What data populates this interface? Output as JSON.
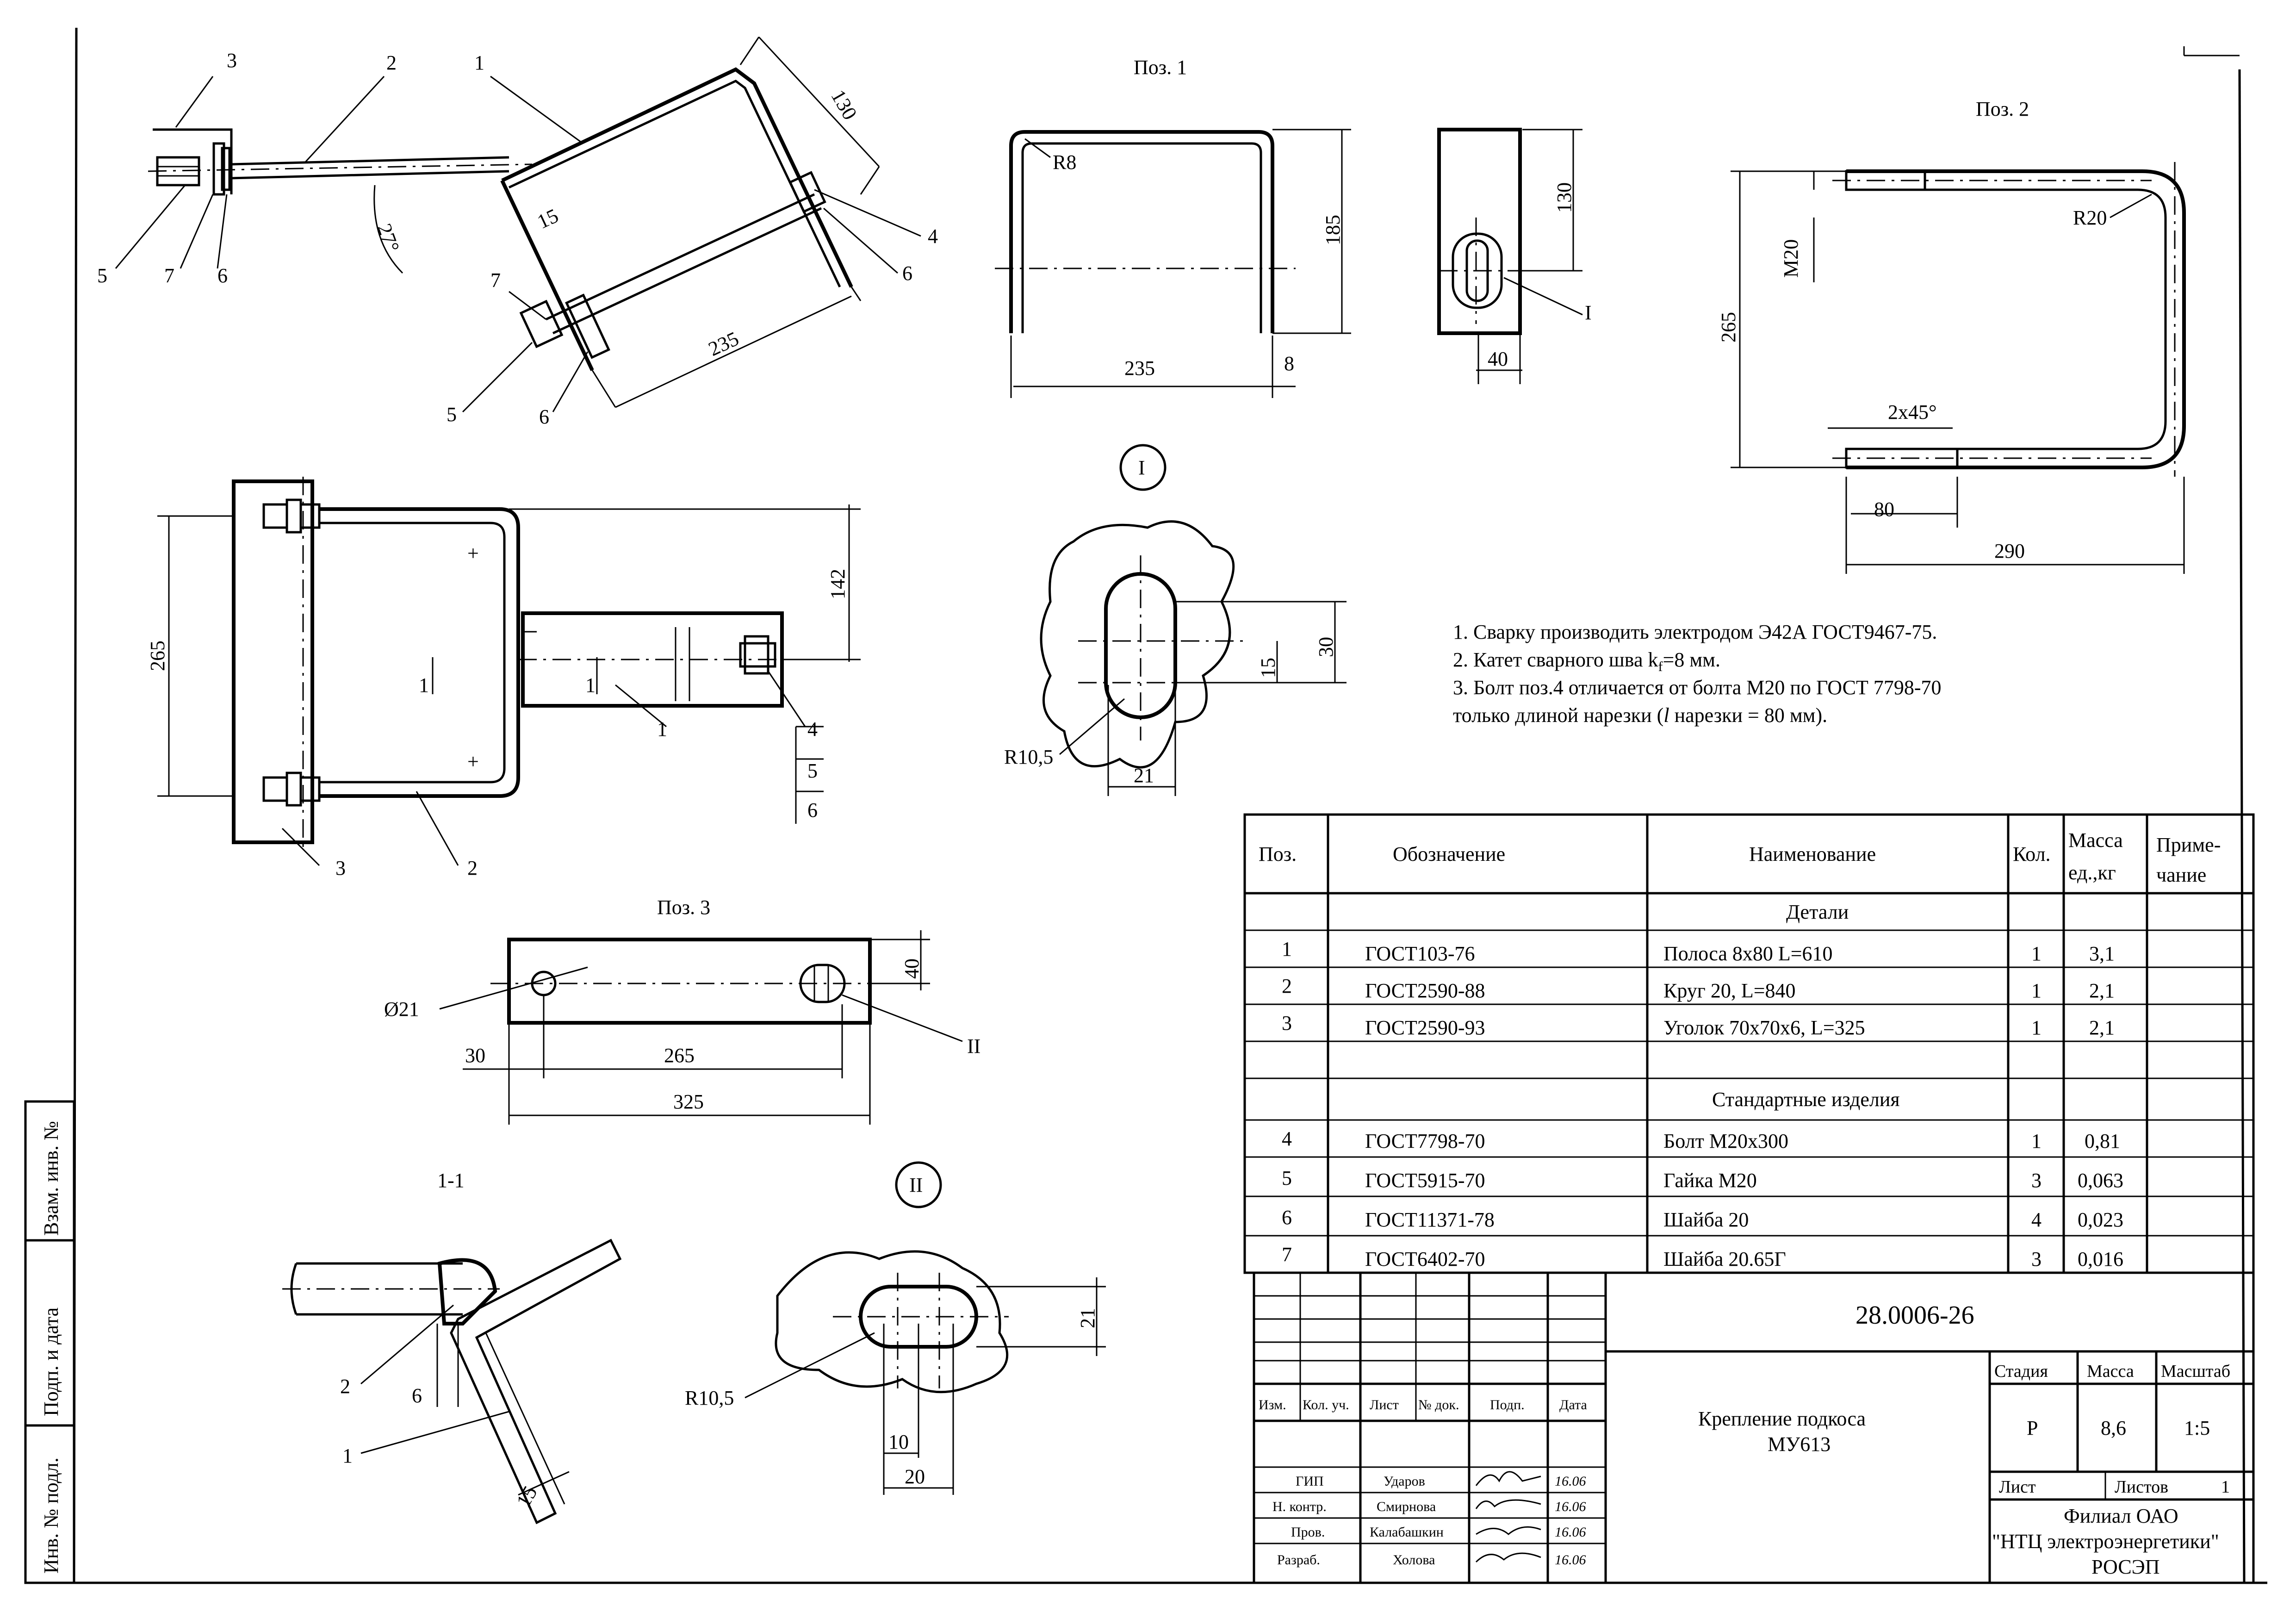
{
  "views": {
    "poz1_title": "Поз. 1",
    "poz2_title": "Поз. 2",
    "poz3_title": "Поз. 3",
    "section_title": "1-1",
    "detail_I": "I",
    "detail_II": "II"
  },
  "dims": {
    "top_130": "130",
    "top_15": "15",
    "top_27": "27°",
    "top_235": "235",
    "p1_r8": "R8",
    "p1_185": "185",
    "p1_235": "235",
    "p1_8": "8",
    "p1_130": "130",
    "p1_40": "40",
    "p2_m20": "M20",
    "p2_r20": "R20",
    "p2_265": "265",
    "p2_2x45": "2x45°",
    "p2_80": "80",
    "p2_290": "290",
    "plan_265": "265",
    "plan_142": "142",
    "plan_sec_1": "1",
    "det1_30": "30",
    "det1_15": "15",
    "det1_r105": "R10,5",
    "det1_21": "21",
    "p3_d21": "Ø21",
    "p3_40": "40",
    "p3_30": "30",
    "p3_265": "265",
    "p3_325": "325",
    "sec_6": "6",
    "sec_15": "15",
    "det2_21": "21",
    "det2_r105": "R10,5",
    "det2_10": "10",
    "det2_20": "20"
  },
  "leaders": {
    "top": [
      "3",
      "2",
      "1",
      "5",
      "7",
      "6",
      "4",
      "6",
      "7",
      "5",
      "6"
    ],
    "plan": [
      "3",
      "2",
      "1",
      "4",
      "5",
      "6"
    ],
    "sec": [
      "2",
      "1"
    ]
  },
  "notes": [
    "1. Сварку производить электродом Э42А ГОСТ9467-75.",
    "2. Катет  сварного шва k",
    "f",
    "=8 мм.",
    "3. Болт поз.4 отличается от болта M20 по ГОСТ 7798-70",
    "только длиной нарезки  (",
    "l",
    " нарезки = 80 мм)."
  ],
  "spec_table": {
    "headers": {
      "pos": "Поз.",
      "designation": "Обозначение",
      "name": "Наименование",
      "qty": "Кол.",
      "mass_1": "Масса",
      "mass_2": "ед.,кг",
      "note_1": "Приме-",
      "note_2": "чание"
    },
    "section_details": "Детали",
    "section_standard": "Стандартные изделия",
    "rows": [
      {
        "pos": "1",
        "designation": "ГОСТ103-76",
        "name": "Полоса 8х80 L=610",
        "qty": "1",
        "mass": "3,1"
      },
      {
        "pos": "2",
        "designation": "ГОСТ2590-88",
        "name": "Круг 20, L=840",
        "qty": "1",
        "mass": "2,1"
      },
      {
        "pos": "3",
        "designation": "ГОСТ2590-93",
        "name": "Уголок 70х70х6, L=325",
        "qty": "1",
        "mass": "2,1"
      },
      {
        "pos": "4",
        "designation": "ГОСТ7798-70",
        "name": "Болт M20х300",
        "qty": "1",
        "mass": "0,81"
      },
      {
        "pos": "5",
        "designation": "ГОСТ5915-70",
        "name": "Гайка М20",
        "qty": "3",
        "mass": "0,063"
      },
      {
        "pos": "6",
        "designation": "ГОСТ11371-78",
        "name": "Шайба 20",
        "qty": "4",
        "mass": "0,023"
      },
      {
        "pos": "7",
        "designation": "ГОСТ6402-70",
        "name": "Шайба 20.65Г",
        "qty": "3",
        "mass": "0,016"
      }
    ]
  },
  "title_block": {
    "doc_number": "28.0006-26",
    "title_1": "Крепление подкоса",
    "title_2": "МУ613",
    "cols": [
      "Изм.",
      "Кол. уч.",
      "Лист",
      "№ док.",
      "Подп.",
      "Дата"
    ],
    "stage_label": "Стадия",
    "mass_label": "Масса",
    "scale_label": "Масштаб",
    "stage": "Р",
    "mass": "8,6",
    "scale": "1:5",
    "sheet_label": "Лист",
    "sheets_label": "Листов",
    "sheets": "1",
    "org_1": "Филиал ОАО",
    "org_2": "\"НТЦ электроэнергетики\"",
    "org_3": "РОСЭП",
    "people": [
      {
        "role": "ГИП",
        "name": "Ударов",
        "date": "16.06"
      },
      {
        "role": "Н. контр.",
        "name": "Смирнова",
        "date": "16.06"
      },
      {
        "role": "Пров.",
        "name": "Калабашкин",
        "date": "16.06"
      },
      {
        "role": "Разраб.",
        "name": "Холова",
        "date": "16.06"
      }
    ]
  },
  "side_stamp": {
    "vzam": "Взам. инв. №",
    "podp": "Подп. и дата",
    "inv": "Инв. № подл."
  }
}
